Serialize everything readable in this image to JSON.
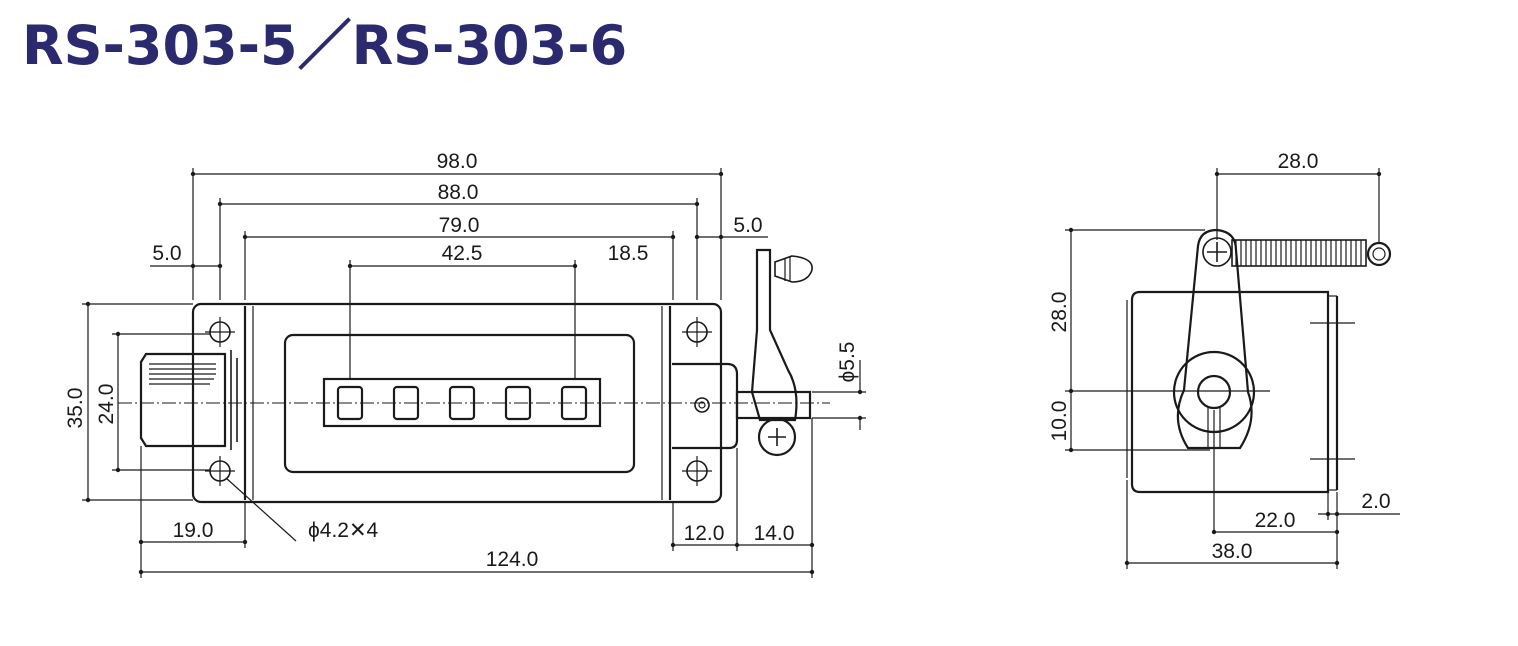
{
  "title": "RS-303-5／RS-303-6",
  "colors": {
    "title": "#2b2a6e",
    "line": "#1a1a1a",
    "background": "#ffffff"
  },
  "front_view": {
    "dimensions": {
      "d98": "98.0",
      "d88": "88.0",
      "d79": "79.0",
      "d42_5": "42.5",
      "d18_5": "18.5",
      "d5_left": "5.0",
      "d5_right": "5.0",
      "d35": "35.0",
      "d24": "24.0",
      "d19": "19.0",
      "hole": "ϕ4.2✕4",
      "d12": "12.0",
      "d14": "14.0",
      "d124": "124.0",
      "shaft": "ϕ5.5"
    }
  },
  "side_view": {
    "dimensions": {
      "d28_top": "28.0",
      "d28_left": "28.0",
      "d10": "10.0",
      "d2": "2.0",
      "d22": "22.0",
      "d38": "38.0"
    }
  }
}
